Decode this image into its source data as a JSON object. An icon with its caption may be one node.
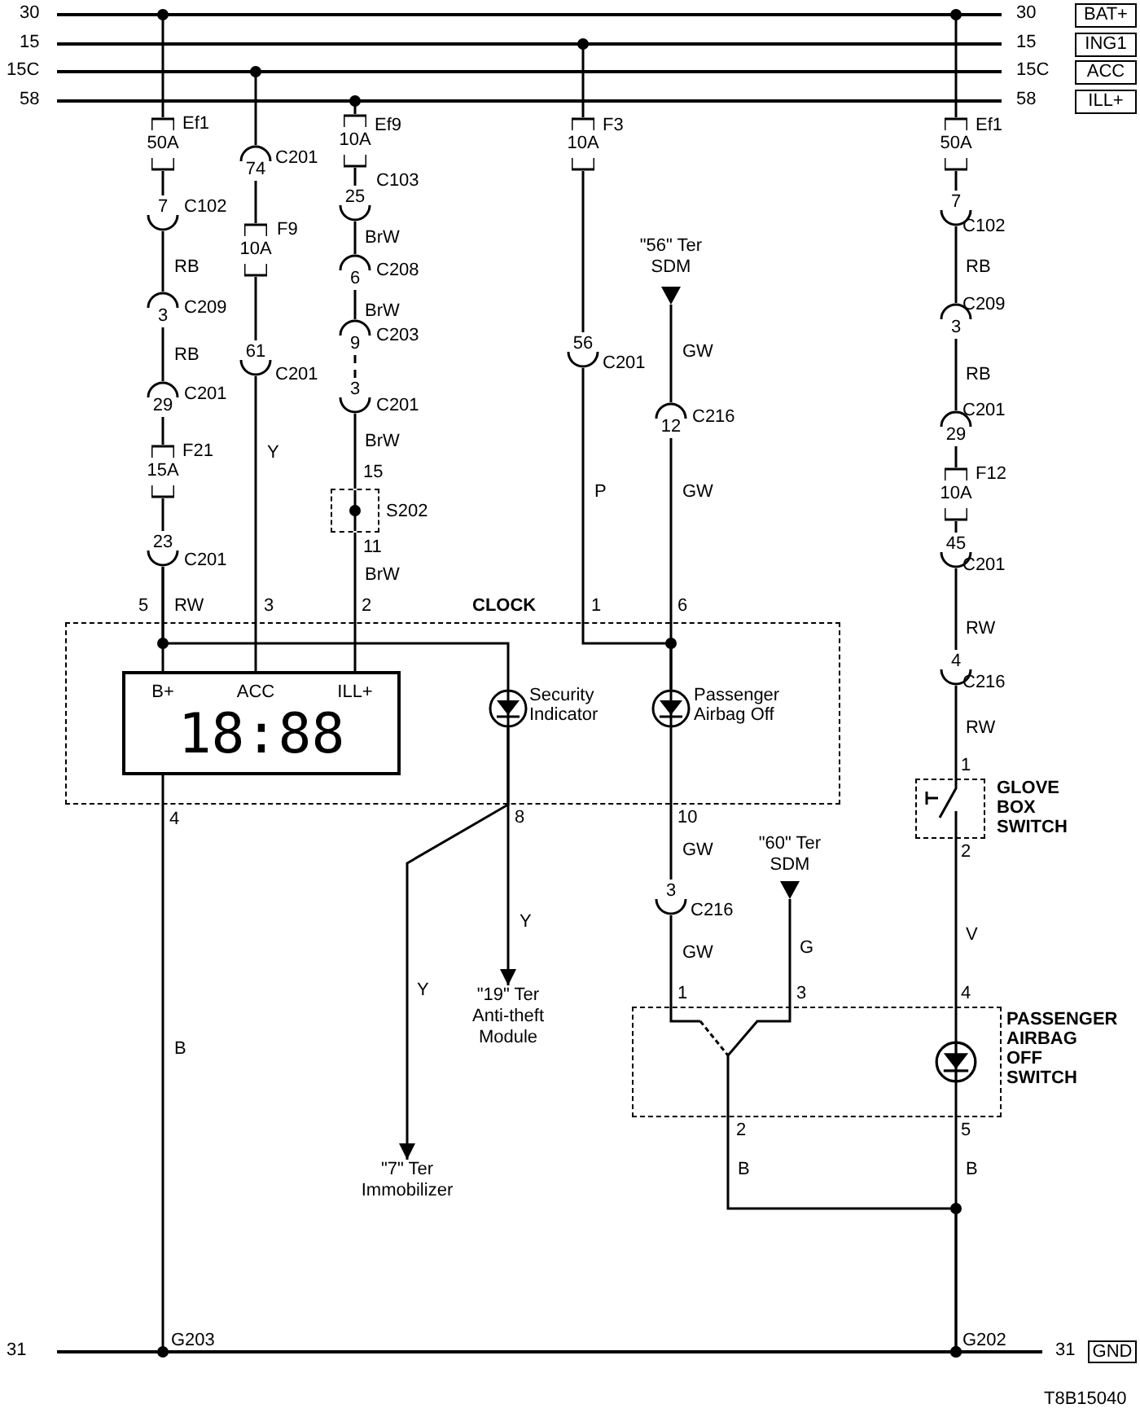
{
  "diagram": {
    "nodes": [
      {
        "text": [],
        "shape": "bar",
        "beside": [
          "30",
          "30"
        ]
      },
      {
        "text": [],
        "shape": "bar",
        "beside": [
          "15",
          "15"
        ]
      },
      {
        "text": [],
        "shape": "bar",
        "beside": [
          "15C",
          "15C"
        ]
      },
      {
        "text": [],
        "shape": "bar",
        "beside": [
          "58",
          "58"
        ]
      },
      {
        "text": [
          "BAT+"
        ]
      },
      {
        "text": [
          "ING1"
        ]
      },
      {
        "text": [
          "ACC"
        ]
      },
      {
        "text": [
          "ILL+"
        ]
      },
      {
        "text": [
          "50A"
        ],
        "beside": [
          "Ef1"
        ]
      },
      {
        "text": [
          "7"
        ],
        "beside": [
          "C102"
        ]
      },
      {
        "text": [
          "3"
        ],
        "beside": [
          "C209"
        ]
      },
      {
        "text": [
          "29"
        ],
        "beside": [
          "C201"
        ]
      },
      {
        "text": [
          "15A"
        ],
        "beside": [
          "F21"
        ]
      },
      {
        "text": [
          "23"
        ],
        "beside": [
          "C201"
        ]
      },
      {
        "text": [
          "74"
        ],
        "beside": [
          "C201"
        ]
      },
      {
        "text": [
          "10A"
        ],
        "beside": [
          "F9"
        ]
      },
      {
        "text": [
          "61"
        ],
        "beside": [
          "C201"
        ]
      },
      {
        "text": [
          "10A"
        ],
        "beside": [
          "Ef9"
        ]
      },
      {
        "text": [
          "25"
        ],
        "beside": [
          "C103"
        ]
      },
      {
        "text": [
          "6"
        ],
        "beside": [
          "C208"
        ]
      },
      {
        "text": [
          "9"
        ],
        "beside": [
          "C203"
        ]
      },
      {
        "text": [
          "3"
        ],
        "beside": [
          "C201"
        ]
      },
      {
        "text": [],
        "shape": "box",
        "beside": [
          "15",
          "S202",
          "11"
        ]
      },
      {
        "text": [
          "10A"
        ],
        "beside": [
          "F3"
        ]
      },
      {
        "text": [
          "56"
        ],
        "beside": [
          "C201"
        ]
      },
      {
        "text": [
          "\"56\" Ter SDM"
        ]
      },
      {
        "text": [
          "12"
        ],
        "beside": [
          "C216"
        ]
      },
      {
        "text": [
          "CLOCK"
        ],
        "beside": [
          "5",
          "3",
          "2",
          "1",
          "6",
          "4",
          "8",
          "10"
        ]
      },
      {
        "text": [
          "B+",
          "ACC",
          "ILL+",
          "18:88"
        ],
        "in": 27
      },
      {
        "text": [],
        "shape": "circle",
        "in": 27,
        "beside": [
          "Security Indicator"
        ]
      },
      {
        "text": [],
        "shape": "circle",
        "in": 27,
        "beside": [
          "Passenger Airbag Off"
        ]
      },
      {
        "text": [
          "\"19\" Ter Anti-theft Module"
        ]
      },
      {
        "text": [
          "\"7\" Ter Immobilizer"
        ]
      },
      {
        "text": [
          "3"
        ],
        "beside": [
          "C216"
        ]
      },
      {
        "text": [
          "\"60\" Ter SDM"
        ]
      },
      {
        "text": [
          "50A"
        ],
        "beside": [
          "Ef1"
        ]
      },
      {
        "text": [
          "7"
        ],
        "beside": [
          "C102"
        ]
      },
      {
        "text": [
          "3"
        ],
        "beside": [
          "C209"
        ]
      },
      {
        "text": [
          "29"
        ],
        "beside": [
          "C201"
        ]
      },
      {
        "text": [
          "10A"
        ],
        "beside": [
          "F12"
        ]
      },
      {
        "text": [
          "45"
        ],
        "beside": [
          "C201"
        ]
      },
      {
        "text": [
          "4"
        ],
        "beside": [
          "C216"
        ]
      },
      {
        "text": [
          "GLOVE BOX SWITCH"
        ],
        "beside": [
          "1",
          "2"
        ]
      },
      {
        "text": [
          "PASSENGER AIRBAG OFF SWITCH"
        ],
        "beside": [
          "1",
          "3",
          "4",
          "2",
          "5"
        ]
      },
      {
        "text": [],
        "shape": "circle",
        "in": 43
      },
      {
        "text": [],
        "shape": "switch",
        "in": 43
      },
      {
        "text": [],
        "shape": "bar",
        "beside": [
          "31",
          "31"
        ]
      },
      {
        "text": [
          "GND"
        ]
      }
    ],
    "edges": [
      {
        "from": 0,
        "to": 8,
        "arrow": "other"
      },
      {
        "from": 8,
        "to": 9,
        "arrow": "none"
      },
      {
        "from": 9,
        "to": 10,
        "arrow": "none",
        "label": "RB"
      },
      {
        "from": 10,
        "to": 11,
        "arrow": "none",
        "label": "RB"
      },
      {
        "from": 11,
        "to": 12,
        "arrow": "none"
      },
      {
        "from": 12,
        "to": 13,
        "arrow": "none"
      },
      {
        "from": 13,
        "to": 28,
        "arrow": "none",
        "label": "RW"
      },
      {
        "from": 13,
        "to": 29,
        "arrow": "none"
      },
      {
        "from": 2,
        "to": 14,
        "arrow": "other"
      },
      {
        "from": 14,
        "to": 15,
        "arrow": "none"
      },
      {
        "from": 15,
        "to": 16,
        "arrow": "none"
      },
      {
        "from": 16,
        "to": 28,
        "arrow": "none",
        "label": "Y"
      },
      {
        "from": 3,
        "to": 17,
        "arrow": "other"
      },
      {
        "from": 17,
        "to": 18,
        "arrow": "none"
      },
      {
        "from": 18,
        "to": 19,
        "arrow": "none",
        "label": "BrW"
      },
      {
        "from": 19,
        "to": 20,
        "arrow": "none",
        "label": "BrW"
      },
      {
        "from": 20,
        "to": 21,
        "arrow": "none",
        "style": "dashed"
      },
      {
        "from": 21,
        "to": 22,
        "arrow": "none",
        "label": "BrW"
      },
      {
        "from": 22,
        "to": 28,
        "arrow": "none",
        "label": "BrW"
      },
      {
        "from": 1,
        "to": 23,
        "arrow": "other"
      },
      {
        "from": 23,
        "to": 24,
        "arrow": "none"
      },
      {
        "from": 24,
        "to": 30,
        "arrow": "none",
        "label": "P"
      },
      {
        "from": 25,
        "to": 26,
        "arrow": "none",
        "label": "GW"
      },
      {
        "from": 26,
        "to": 30,
        "arrow": "none",
        "label": "GW"
      },
      {
        "from": 29,
        "to": 31,
        "arrow": "to",
        "label": "Y"
      },
      {
        "from": 29,
        "to": 32,
        "arrow": "to",
        "label": "Y"
      },
      {
        "from": 30,
        "to": 33,
        "arrow": "none",
        "label": "GW"
      },
      {
        "from": 33,
        "to": 45,
        "arrow": "none",
        "label": "GW"
      },
      {
        "from": 34,
        "to": 45,
        "arrow": "none",
        "label": "G"
      },
      {
        "from": 45,
        "to": 46,
        "arrow": "other",
        "label": "B"
      },
      {
        "from": 0,
        "to": 35,
        "arrow": "other"
      },
      {
        "from": 35,
        "to": 36,
        "arrow": "none"
      },
      {
        "from": 36,
        "to": 37,
        "arrow": "none",
        "label": "RB"
      },
      {
        "from": 37,
        "to": 38,
        "arrow": "none",
        "label": "RB"
      },
      {
        "from": 38,
        "to": 39,
        "arrow": "none"
      },
      {
        "from": 39,
        "to": 40,
        "arrow": "none"
      },
      {
        "from": 40,
        "to": 41,
        "arrow": "none",
        "label": "RW"
      },
      {
        "from": 41,
        "to": 42,
        "arrow": "none",
        "label": "RW"
      },
      {
        "from": 42,
        "to": 44,
        "arrow": "none",
        "label": "V"
      },
      {
        "from": 44,
        "to": 46,
        "arrow": "other",
        "label": "B"
      },
      {
        "from": 28,
        "to": 46,
        "arrow": "other",
        "label": "B"
      }
    ],
    "labels": [
      "G203",
      "G202",
      "T8B15040"
    ]
  }
}
